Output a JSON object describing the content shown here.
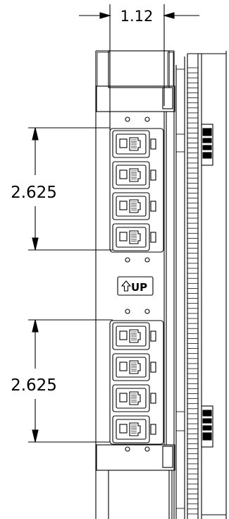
{
  "dimensions": {
    "width_label": "1.12",
    "upper_group_height_label": "2.625",
    "lower_group_height_label": "2.625"
  },
  "orientation_label": "UP",
  "orientation_arrow_icon": "arrow-up-outline-icon",
  "port_icon": "rj45-jack-icon",
  "port_groups": [
    {
      "name": "upper",
      "port_count": 4
    },
    {
      "name": "lower",
      "port_count": 4
    }
  ],
  "colors": {
    "line": "#000000",
    "background": "#ffffff"
  }
}
